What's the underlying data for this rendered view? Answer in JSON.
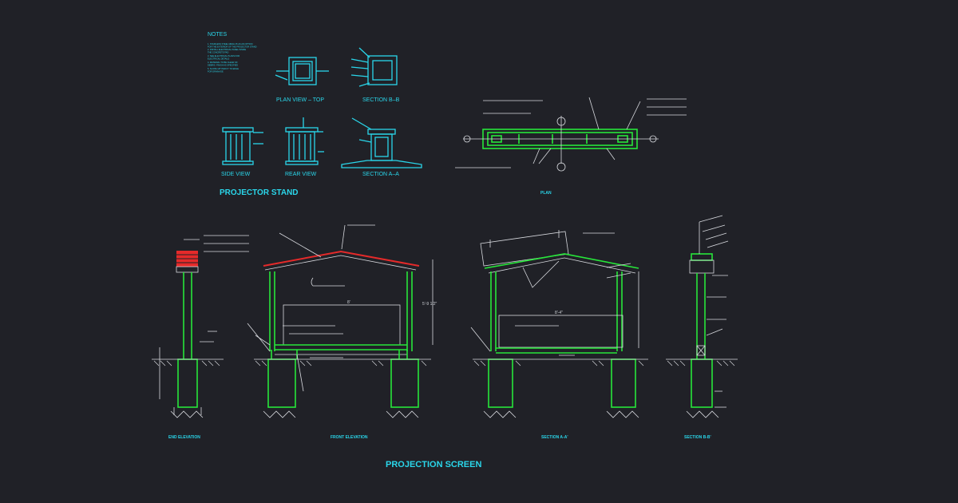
{
  "projector_stand": {
    "notes": {
      "heading": "NOTES",
      "lines": [
        "1. STAINLESS STEEL MESH 45 AS AN OPTION",
        "   FOR THE EXTERIOR OF THE PROJECTOR STAND",
        "2. INSTALL ELECTRICAL PANEL INSIDE",
        "   THE CONCRETE PAD",
        "3. SEE ELECTRICAL PLANS FOR",
        "   ELECTRICAL DETAILS",
        "4. MATERIAL TO BE CLEAR OF",
        "   DEBRIS. FINISH AS SPECIFIED",
        "5. SLOPE 1/8\" PER FT TO EDGE",
        "   FOR DRAINAGE"
      ]
    },
    "plan_view_label": "PLAN VIEW – TOP",
    "section_bb_label": "SECTION B–B",
    "side_view_label": "SIDE VIEW",
    "rear_view_label": "REAR VIEW",
    "section_aa_label": "SECTION A–A",
    "title": "PROJECTOR STAND"
  },
  "plan": {
    "title": "PLAN"
  },
  "projection_screen": {
    "end_elevation_label": "END ELEVATION",
    "front_elevation_label": "FRONT ELEVATION",
    "section_aa_label": "SECTION A-A'",
    "section_bb_label": "SECTION B-B'",
    "title": "PROJECTION SCREEN",
    "dim_height": "5'-9 1/2\"",
    "dim_width": "8'",
    "dim_width_section": "8'-4\""
  },
  "colors": {
    "background": "#202127",
    "cyan": "#2ad6ea",
    "green": "#27e63a",
    "red": "#e52a2a",
    "white": "#d8dadf"
  }
}
